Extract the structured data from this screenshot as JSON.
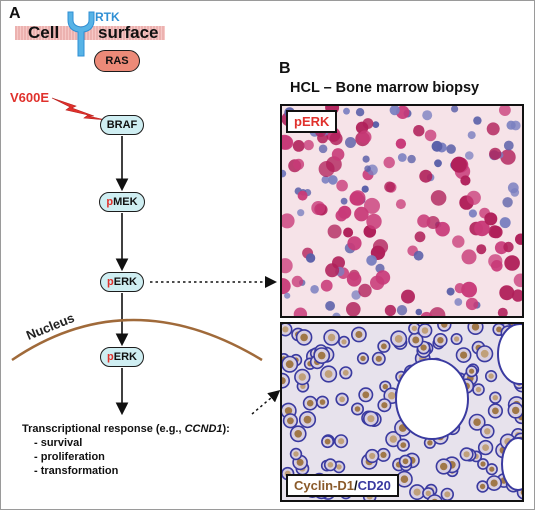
{
  "panel_a": {
    "letter": "A",
    "membrane": {
      "left_word": "Cell",
      "right_word": "surface"
    },
    "rtk_label": "RTK",
    "ras_label": "RAS",
    "mutation_label": "V600E",
    "nodes": [
      {
        "prefix": "",
        "name": "BRAF"
      },
      {
        "prefix": "p",
        "name": "MEK"
      },
      {
        "prefix": "p",
        "name": "ERK"
      },
      {
        "prefix": "p",
        "name": "ERK"
      }
    ],
    "nucleus_label": "Nucleus",
    "response": {
      "prefix": "Transcriptional response (e.g., ",
      "gene": "CCND1",
      "suffix": "):",
      "items": [
        "- survival",
        "- proliferation",
        "- transformation"
      ]
    }
  },
  "panel_b": {
    "letter": "B",
    "title": "HCL – Bone marrow biopsy",
    "top_image_label": "pERK",
    "bottom_image_label": {
      "part1": "Cyclin-D1",
      "separator": "/",
      "part2": "CD20"
    }
  },
  "colors": {
    "accent_red": "#e0312c",
    "node_fill": "#cfeef2",
    "ras_fill": "#ec8a78",
    "rtk_blue": "#2f8fd4",
    "membrane_pink": "#f2b6b4",
    "nucleus_brown": "#a06a3a",
    "cyclin_brown": "#8a5a2a",
    "cd20_blue": "#3a3aa0"
  }
}
